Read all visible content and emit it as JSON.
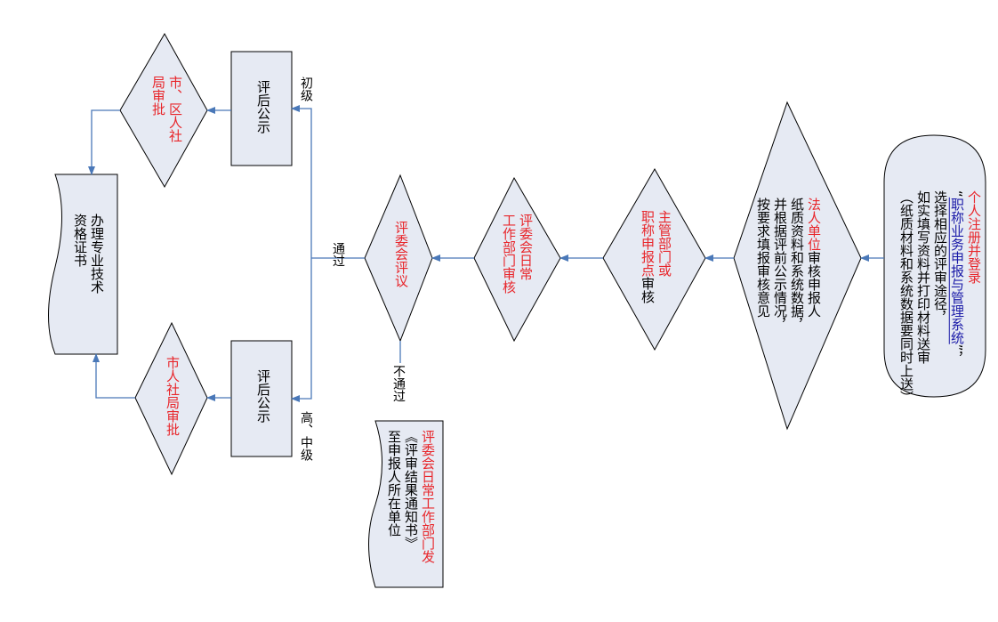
{
  "nodes": {
    "start": {
      "line1": "个人注册并登录",
      "line2_q1": "“",
      "line2_link": "职称业务申报与管理系统",
      "line2_q2": "”，",
      "line3": "选择相应的评审途径，",
      "line4": "如实填写资料并打印材料送审",
      "line5": "（纸质材料和系统数据要同时上送）"
    },
    "employer_review": {
      "line1_red": "法人单位",
      "line1_rest": "审核申报人",
      "line2": "纸质资料和系统数据，",
      "line3": "并根据评前公示情况，",
      "line4": "按要求填报审核意见"
    },
    "dept_review": {
      "line1": "主管部门或",
      "line2_red": "职称申报点",
      "line2_rest": "审核"
    },
    "office_review": {
      "line1": "评委会日常",
      "line2": "工作部门审核"
    },
    "committee": {
      "line1": "评委会评议"
    },
    "publicity_junior": {
      "line1": "评后公示"
    },
    "publicity_senior": {
      "line1": "评后公示"
    },
    "approve_junior": {
      "line1": "市、区人社",
      "line2": "局审批"
    },
    "approve_senior": {
      "line1": "市人社局审批"
    },
    "certificate": {
      "line1": "办理专业技术",
      "line2": "资格证书"
    },
    "fail_notice": {
      "line1": "评委会日常工作部门发",
      "line2": "《评审结果通知书》",
      "line3": "至申报人所在单位"
    }
  },
  "edge_labels": {
    "pass": "通过",
    "fail": "不通过",
    "junior": "初级",
    "senior": "高、中级"
  },
  "colors": {
    "shape_fill": "#e6eaf3",
    "stroke": "#000000",
    "connector": "#4a78b8",
    "highlight": "#e8262b",
    "link": "#1a1aa8"
  }
}
